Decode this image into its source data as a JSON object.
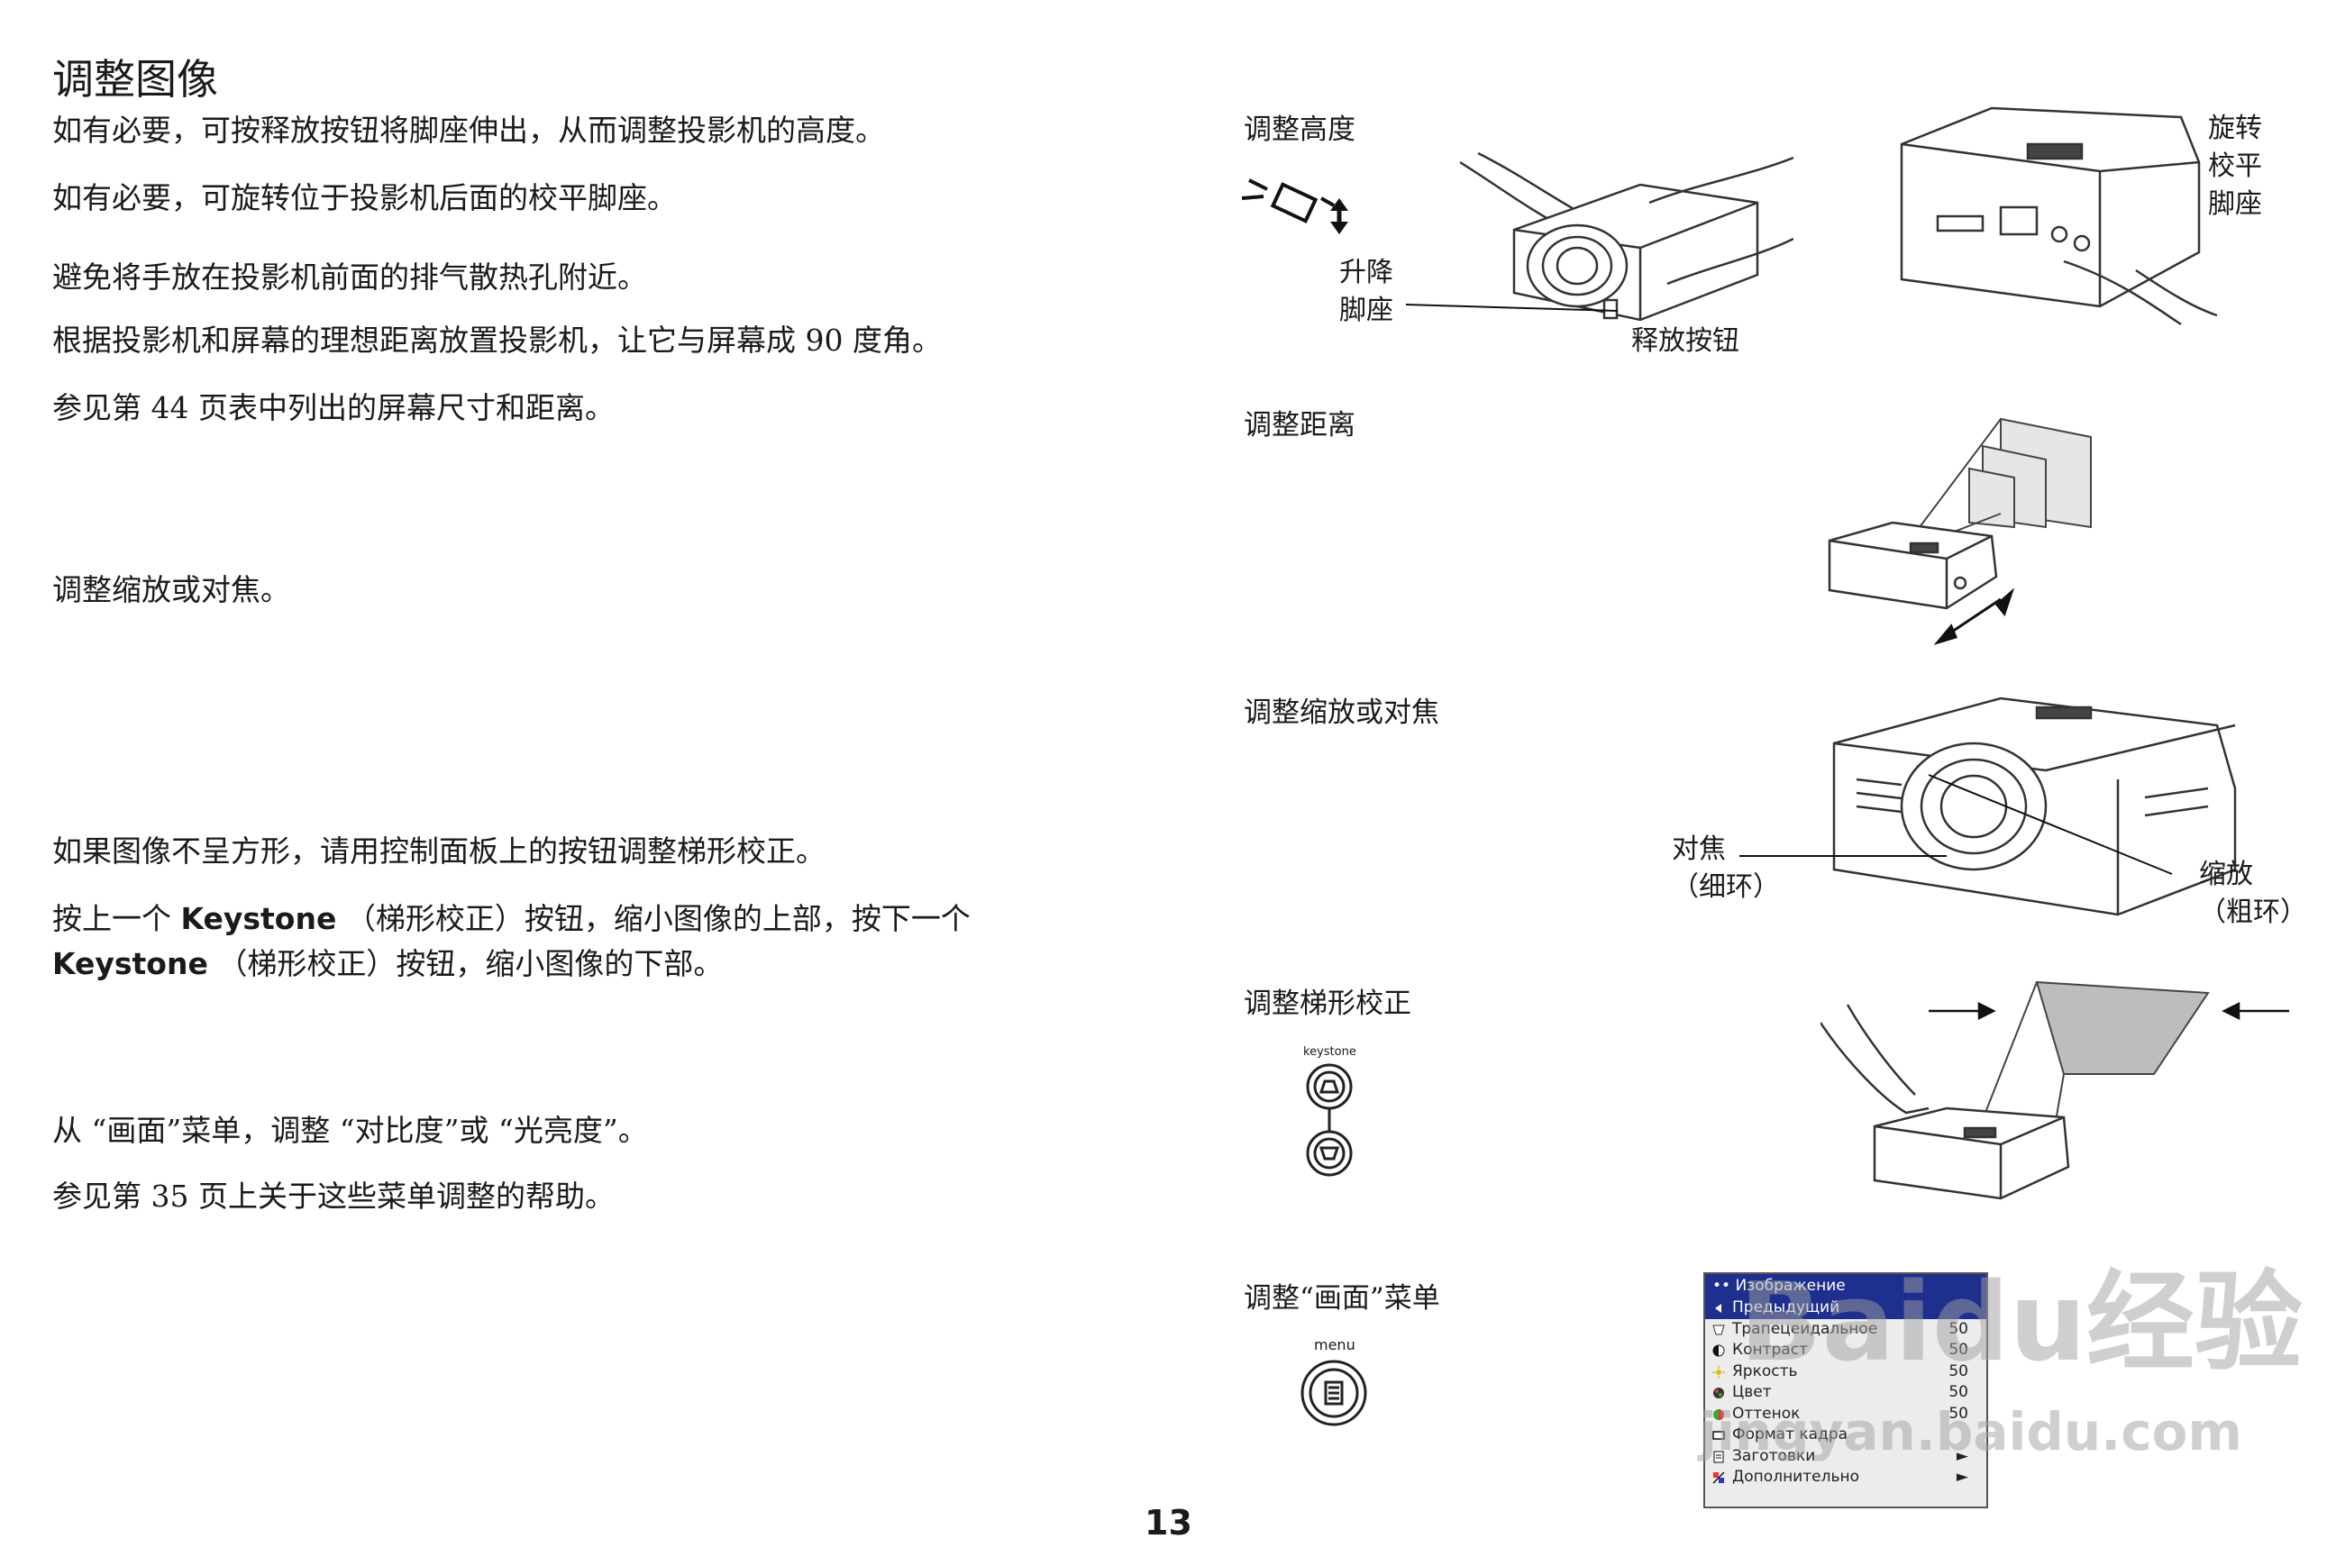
{
  "page": {
    "title": "调整图像",
    "page_number": "13"
  },
  "paragraphs": {
    "p1": "如有必要，可按释放按钮将脚座伸出，从而调整投影机的高度。",
    "p2": "如有必要，可旋转位于投影机后面的校平脚座。",
    "p3": "避免将手放在投影机前面的排气散热孔附近。",
    "p4": "根据投影机和屏幕的理想距离放置投影机，让它与屏幕成 90 度角。",
    "p5": "参见第  44 页表中列出的屏幕尺寸和距离。",
    "p6": "调整缩放或对焦。",
    "p7": "如果图像不呈方形，请用控制面板上的按钮调整梯形校正。",
    "p8_a": "按上一个 ",
    "p8_keystone": "Keystone",
    "p8_b": " （梯形校正）按钮，缩小图像的上部，按下一个",
    "p9_keystone": "Keystone",
    "p9_b": " （梯形校正）按钮，缩小图像的下部。",
    "p10": "从 “画面”菜单，调整 “对比度”或 “光亮度”。",
    "p11": "参见第  35 页上关于这些菜单调整的帮助。"
  },
  "figures": {
    "height": {
      "caption": "调整高度",
      "label_foot_1": "升降",
      "label_foot_2": "脚座",
      "label_release": "释放按钮",
      "label_rotate_1": "旋转",
      "label_rotate_2": "校平",
      "label_rotate_3": "脚座"
    },
    "distance": {
      "caption": "调整距离"
    },
    "zoom": {
      "caption": "调整缩放或对焦",
      "label_focus_1": "对焦",
      "label_focus_2": "（细环）",
      "label_zoom_1": "缩放",
      "label_zoom_2": "（粗环）"
    },
    "keystone": {
      "caption": "调整梯形校正",
      "button_label": "keystone"
    },
    "menu": {
      "caption": "调整“画面”菜单",
      "button_label": "menu"
    }
  },
  "osd_menu": {
    "title": "Изображение",
    "items": [
      {
        "label": "Предыдущий",
        "value": "",
        "icon": "back-arrow-icon",
        "selected": true
      },
      {
        "label": "Трапецеидальное",
        "value": "50",
        "icon": "keystone-icon"
      },
      {
        "label": "Контраст",
        "value": "50",
        "icon": "contrast-icon"
      },
      {
        "label": "Яркость",
        "value": "50",
        "icon": "brightness-icon"
      },
      {
        "label": "Цвет",
        "value": "50",
        "icon": "color-icon"
      },
      {
        "label": "Оттенок",
        "value": "50",
        "icon": "tint-icon"
      },
      {
        "label": "Формат кадра",
        "value": "",
        "icon": "aspect-icon"
      },
      {
        "label": "Заготовки",
        "value": "►",
        "icon": "presets-icon"
      },
      {
        "label": "Дополнительно",
        "value": "►",
        "icon": "advanced-icon"
      }
    ]
  },
  "watermark": {
    "brand": "Baidu",
    "brand_cn": "经验",
    "url": "jingyan.baidu.com"
  }
}
